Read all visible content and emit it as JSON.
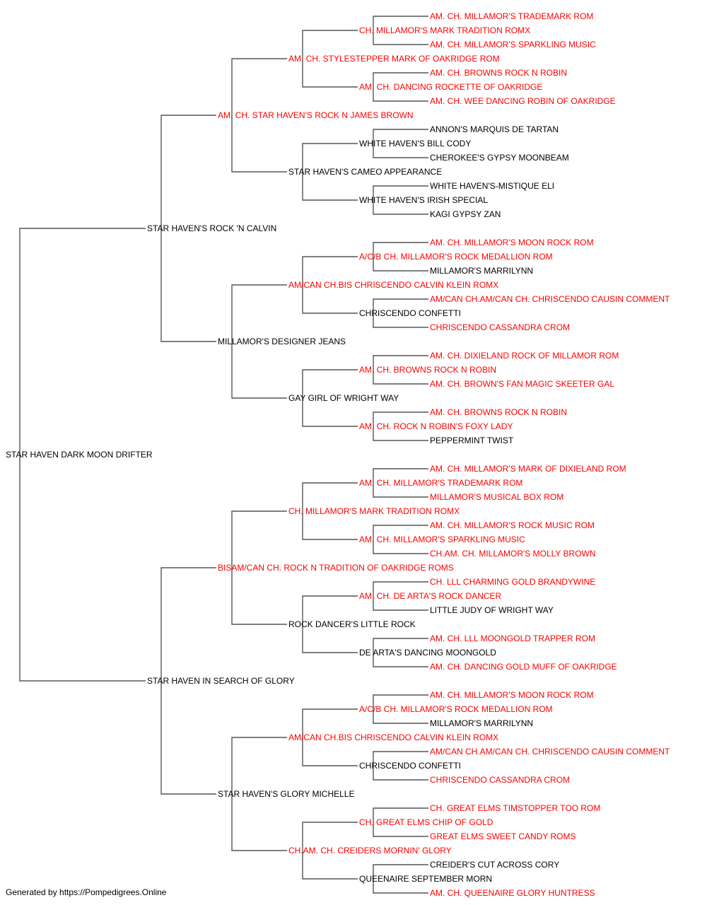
{
  "colors": {
    "titled": "#ff0000",
    "plain": "#000000",
    "connector": "#555555"
  },
  "footer": "Generated by https://Pompedigrees.Online",
  "pedigree": {
    "name": "STAR HAVEN DARK MOON DRIFTER",
    "titled": false,
    "sire": {
      "name": "STAR HAVEN'S ROCK 'N CALVIN",
      "titled": false,
      "sire": {
        "name": "AM. CH. STAR HAVEN'S ROCK N JAMES BROWN",
        "titled": true,
        "sire": {
          "name": "AM. CH. STYLESTEPPER MARK OF OAKRIDGE ROM",
          "titled": true,
          "sire": {
            "name": "CH. MILLAMOR'S MARK TRADITION ROMX",
            "titled": true,
            "sire": {
              "name": "AM. CH. MILLAMOR'S TRADEMARK ROM",
              "titled": true
            },
            "dam": {
              "name": "AM. CH. MILLAMOR'S SPARKLING MUSIC",
              "titled": true
            }
          },
          "dam": {
            "name": "AM. CH. DANCING ROCKETTE OF OAKRIDGE",
            "titled": true,
            "sire": {
              "name": "AM. CH. BROWNS ROCK N ROBIN",
              "titled": true
            },
            "dam": {
              "name": "AM. CH. WEE DANCING ROBIN OF OAKRIDGE",
              "titled": true
            }
          }
        },
        "dam": {
          "name": "STAR HAVEN'S CAMEO APPEARANCE",
          "titled": false,
          "sire": {
            "name": "WHITE HAVEN'S BILL CODY",
            "titled": false,
            "sire": {
              "name": "ANNON'S MARQUIS DE TARTAN",
              "titled": false
            },
            "dam": {
              "name": "CHEROKEE'S GYPSY MOONBEAM",
              "titled": false
            }
          },
          "dam": {
            "name": "WHITE HAVEN'S IRISH SPECIAL",
            "titled": false,
            "sire": {
              "name": "WHITE HAVEN'S-MISTIQUE ELI",
              "titled": false
            },
            "dam": {
              "name": "KAGI GYPSY ZAN",
              "titled": false
            }
          }
        }
      },
      "dam": {
        "name": "MILLAMOR'S DESIGNER JEANS",
        "titled": false,
        "sire": {
          "name": "AM/CAN CH.BIS CHRISCENDO CALVIN KLEIN ROMX",
          "titled": true,
          "sire": {
            "name": "A/C/B CH. MILLAMOR'S ROCK MEDALLION ROM",
            "titled": true,
            "sire": {
              "name": "AM. CH. MILLAMOR'S MOON ROCK ROM",
              "titled": true
            },
            "dam": {
              "name": "MILLAMOR'S MARRILYNN",
              "titled": false
            }
          },
          "dam": {
            "name": "CHRISCENDO CONFETTI",
            "titled": false,
            "sire": {
              "name": "AM/CAN CH.AM/CAN CH. CHRISCENDO CAUSIN COMMENT",
              "titled": true
            },
            "dam": {
              "name": "CHRISCENDO CASSANDRA CROM",
              "titled": true
            }
          }
        },
        "dam": {
          "name": "GAY GIRL OF WRIGHT WAY",
          "titled": false,
          "sire": {
            "name": "AM. CH. BROWNS ROCK N ROBIN",
            "titled": true,
            "sire": {
              "name": "AM. CH. DIXIELAND ROCK OF MILLAMOR ROM",
              "titled": true
            },
            "dam": {
              "name": "AM. CH. BROWN'S FAN MAGIC SKEETER GAL",
              "titled": true
            }
          },
          "dam": {
            "name": "AM. CH. ROCK N ROBIN'S FOXY LADY",
            "titled": true,
            "sire": {
              "name": "AM. CH. BROWNS ROCK N ROBIN",
              "titled": true
            },
            "dam": {
              "name": "PEPPERMINT TWIST",
              "titled": false
            }
          }
        }
      }
    },
    "dam": {
      "name": "STAR HAVEN IN SEARCH OF GLORY",
      "titled": false,
      "sire": {
        "name": "BISAM/CAN CH. ROCK N TRADITION OF OAKRIDGE ROMS",
        "titled": true,
        "sire": {
          "name": "CH. MILLAMOR'S MARK TRADITION ROMX",
          "titled": true,
          "sire": {
            "name": "AM. CH. MILLAMOR'S TRADEMARK ROM",
            "titled": true,
            "sire": {
              "name": "AM. CH. MILLAMOR'S MARK OF DIXIELAND ROM",
              "titled": true
            },
            "dam": {
              "name": "MILLAMOR'S MUSICAL BOX ROM",
              "titled": true
            }
          },
          "dam": {
            "name": "AM. CH. MILLAMOR'S SPARKLING MUSIC",
            "titled": true,
            "sire": {
              "name": "AM. CH. MILLAMOR'S ROCK MUSIC ROM",
              "titled": true
            },
            "dam": {
              "name": "CH.AM. CH. MILLAMOR'S MOLLY BROWN",
              "titled": true
            }
          }
        },
        "dam": {
          "name": "ROCK DANCER'S LITTLE ROCK",
          "titled": false,
          "sire": {
            "name": "AM. CH. DE ARTA'S ROCK DANCER",
            "titled": true,
            "sire": {
              "name": "CH. LLL CHARMING GOLD BRANDYWINE",
              "titled": true
            },
            "dam": {
              "name": "LITTLE JUDY OF WRIGHT WAY",
              "titled": false
            }
          },
          "dam": {
            "name": "DE ARTA'S DANCING MOONGOLD",
            "titled": false,
            "sire": {
              "name": "AM. CH. LLL MOONGOLD TRAPPER ROM",
              "titled": true
            },
            "dam": {
              "name": "AM. CH. DANCING GOLD MUFF OF OAKRIDGE",
              "titled": true
            }
          }
        }
      },
      "dam": {
        "name": "STAR HAVEN'S GLORY MICHELLE",
        "titled": false,
        "sire": {
          "name": "AM/CAN CH.BIS CHRISCENDO CALVIN KLEIN ROMX",
          "titled": true,
          "sire": {
            "name": "A/C/B CH. MILLAMOR'S ROCK MEDALLION ROM",
            "titled": true,
            "sire": {
              "name": "AM. CH. MILLAMOR'S MOON ROCK ROM",
              "titled": true
            },
            "dam": {
              "name": "MILLAMOR'S MARRILYNN",
              "titled": false
            }
          },
          "dam": {
            "name": "CHRISCENDO CONFETTI",
            "titled": false,
            "sire": {
              "name": "AM/CAN CH.AM/CAN CH. CHRISCENDO CAUSIN COMMENT",
              "titled": true
            },
            "dam": {
              "name": "CHRISCENDO CASSANDRA CROM",
              "titled": true
            }
          }
        },
        "dam": {
          "name": "CH.AM. CH. CREIDERS MORNIN' GLORY",
          "titled": true,
          "sire": {
            "name": "CH. GREAT ELMS CHIP OF GOLD",
            "titled": true,
            "sire": {
              "name": "CH. GREAT ELMS TIMSTOPPER TOO ROM",
              "titled": true
            },
            "dam": {
              "name": "GREAT ELMS SWEET CANDY ROMS",
              "titled": true
            }
          },
          "dam": {
            "name": "QUEENAIRE SEPTEMBER MORN",
            "titled": false,
            "sire": {
              "name": "CREIDER'S CUT ACROSS CORY",
              "titled": false
            },
            "dam": {
              "name": "AM. CH. QUEENAIRE GLORY HUNTRESS",
              "titled": true
            }
          }
        }
      }
    }
  }
}
